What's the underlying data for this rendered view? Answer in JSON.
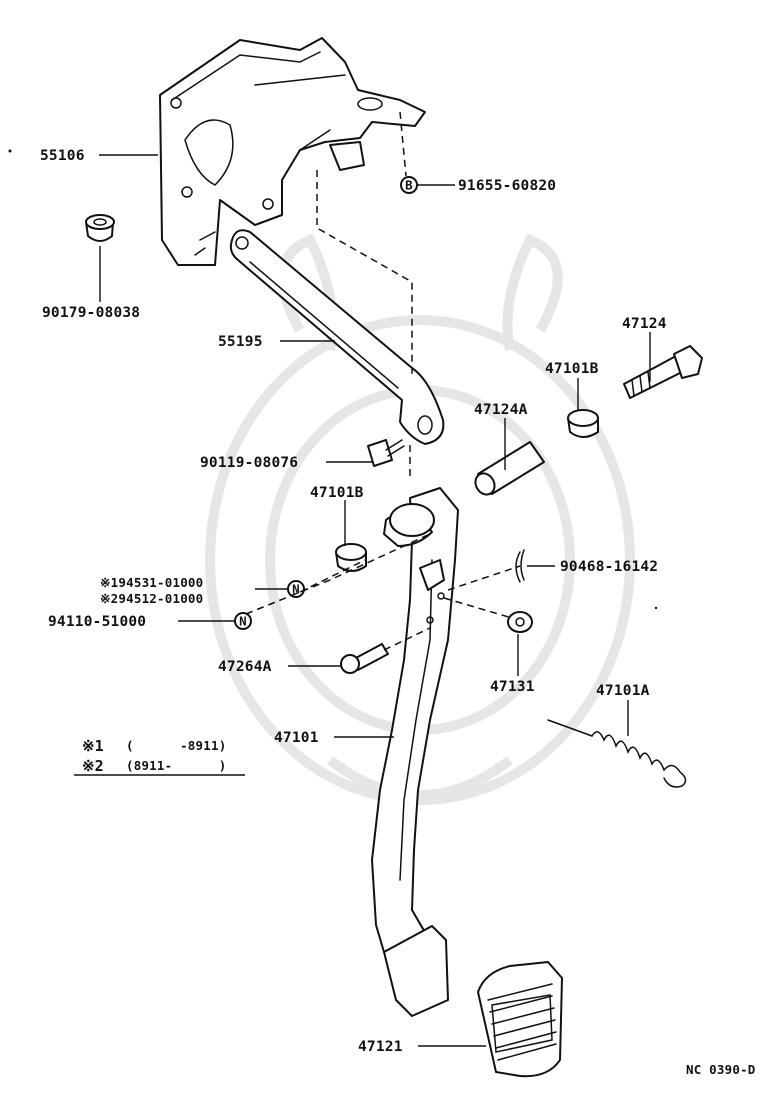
{
  "labels": {
    "p55106": "55106",
    "p91655": "91655-60820",
    "p90179": "90179-08038",
    "p55195": "55195",
    "p47124": "47124",
    "p47101B_top": "47101B",
    "p47124A": "47124A",
    "p90119": "90119-08076",
    "p47101B_mid": "47101B",
    "p90468": "90468-16142",
    "p94531": "※194531-01000",
    "p94512": "※294512-01000",
    "p94110": "94110-51000",
    "p47131": "47131",
    "p47264A": "47264A",
    "p47101A": "47101A",
    "p47101": "47101",
    "p47121": "47121"
  },
  "notes": {
    "n1_mark": "※1",
    "n1_range": "(      -8911)",
    "n2_mark": "※2",
    "n2_range": "(8911-      )"
  },
  "callout_letters": {
    "b": "B",
    "n1": "N",
    "n2": "N"
  },
  "code": "NC 0390-D"
}
